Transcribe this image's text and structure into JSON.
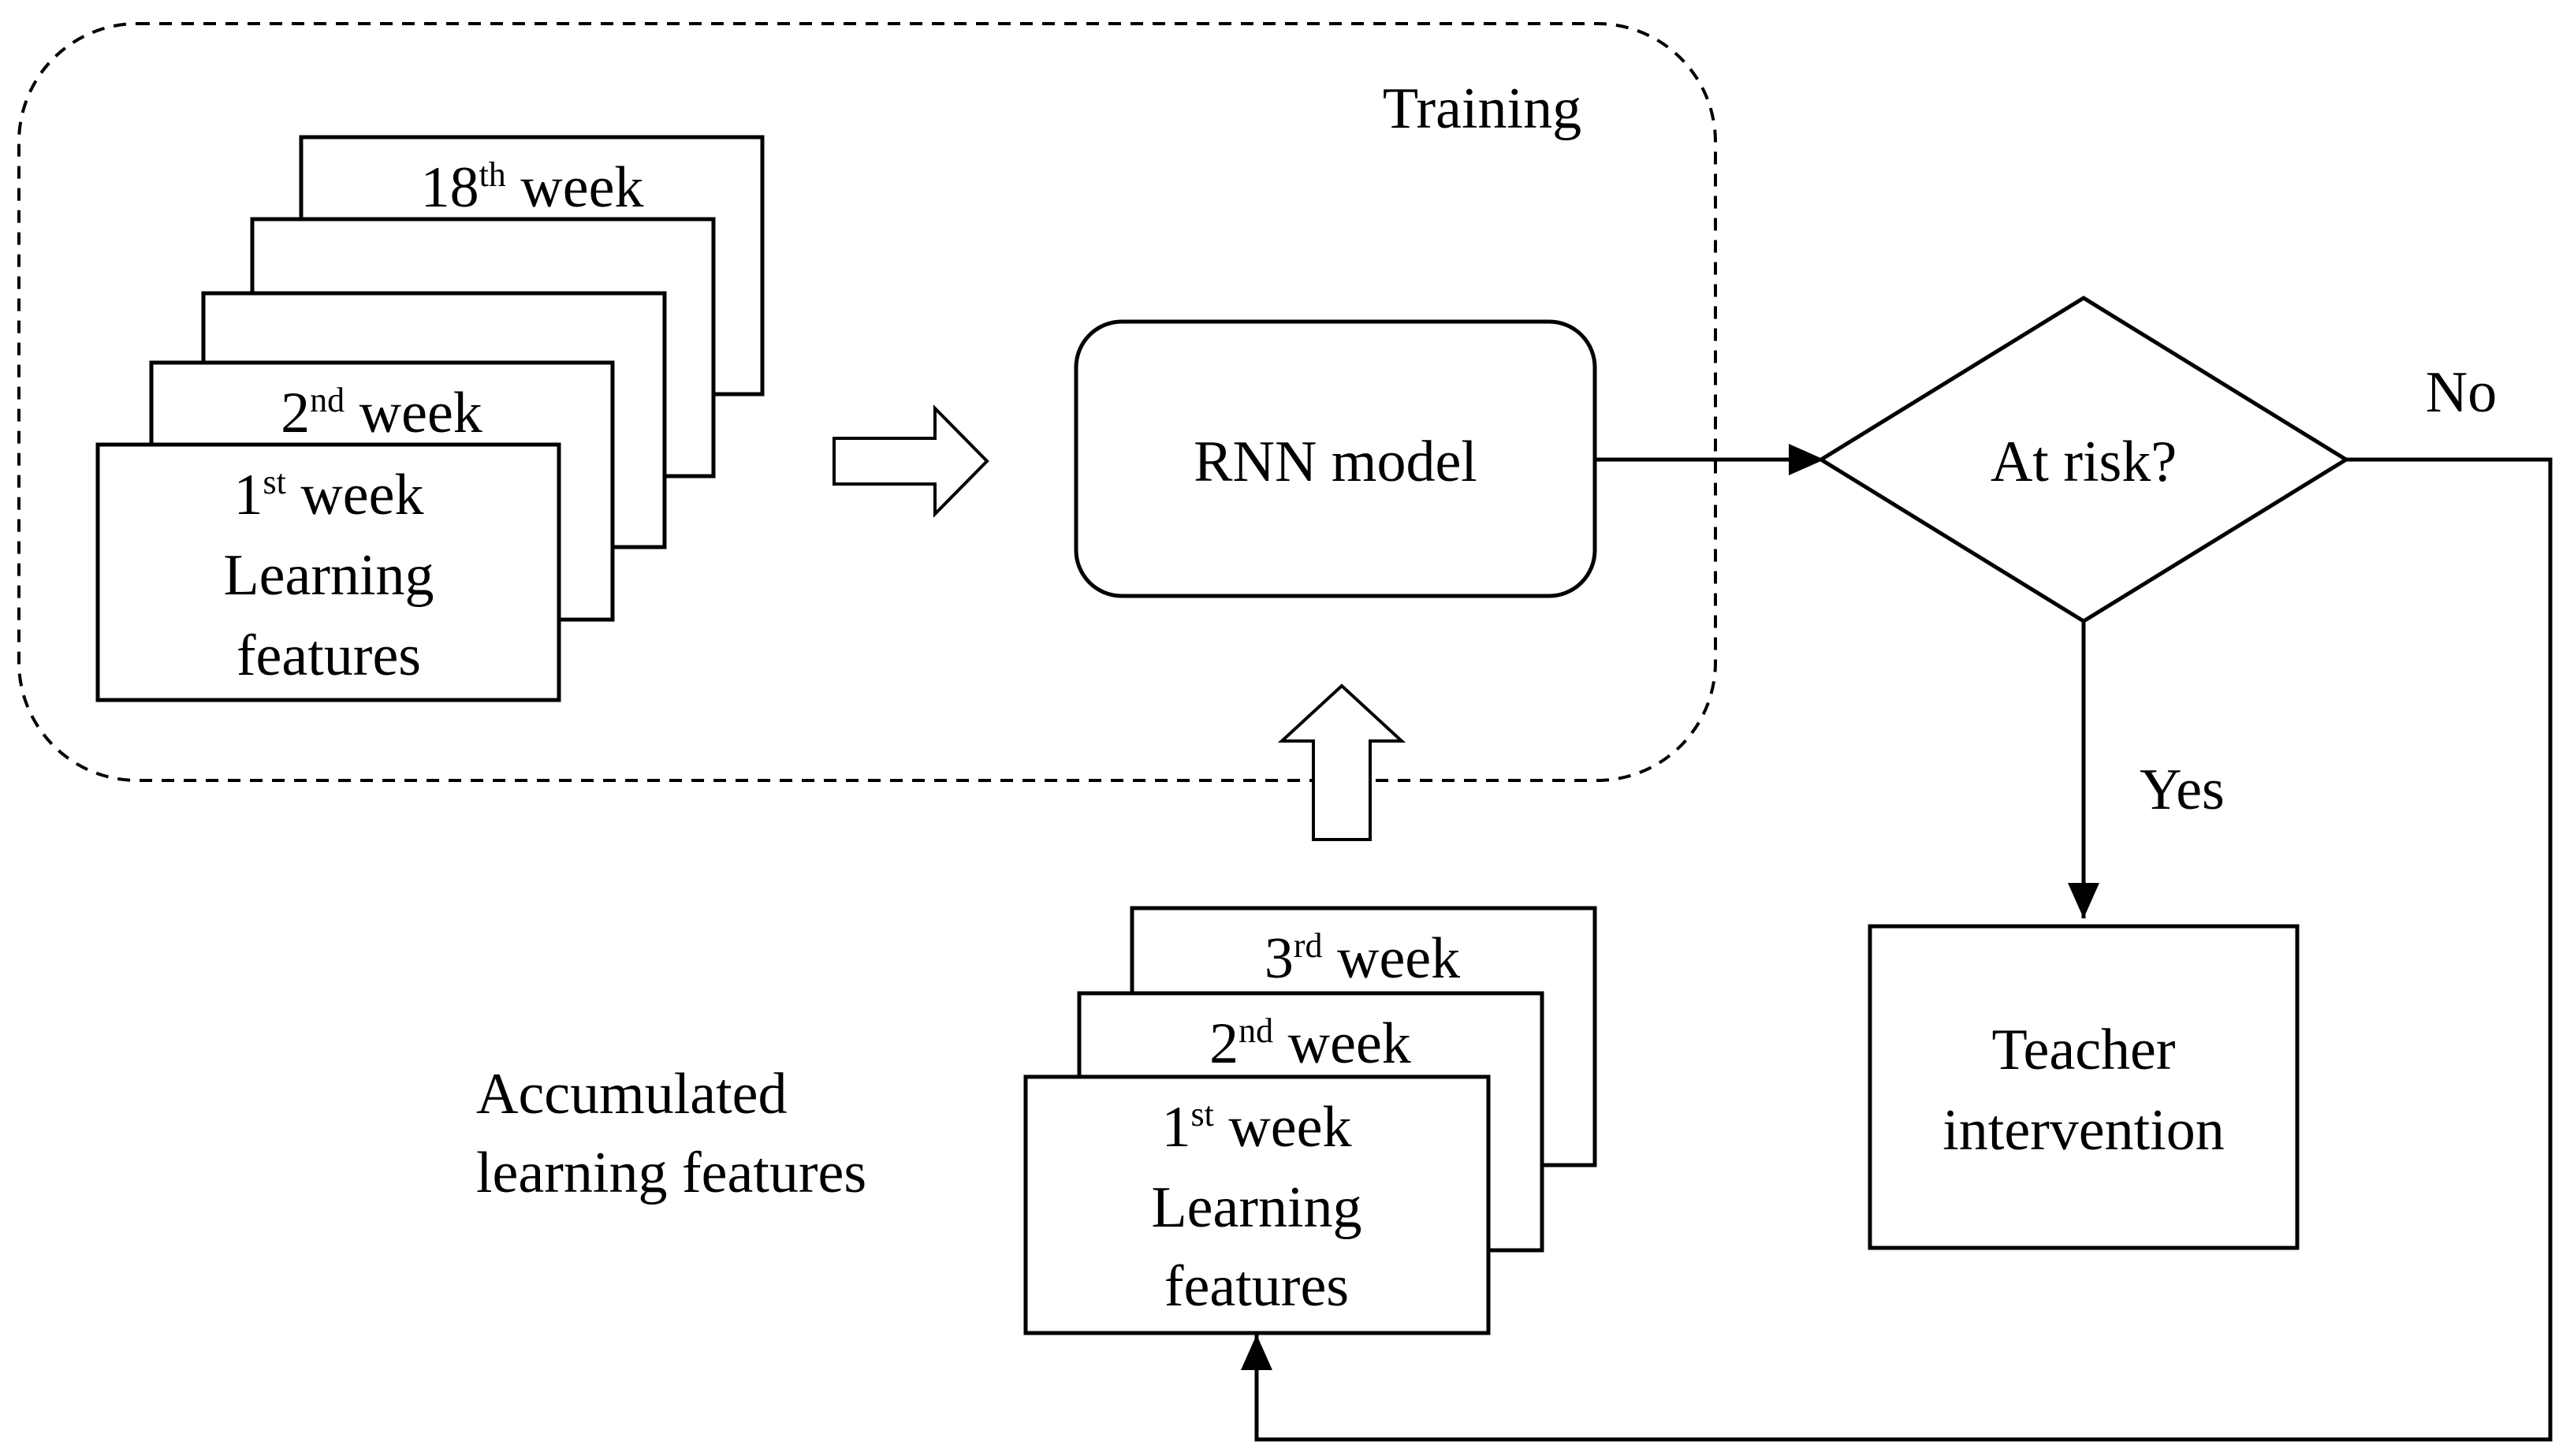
{
  "training_label": "Training",
  "training_stack": {
    "week18": {
      "num": "18",
      "sup": "th",
      "word": "week"
    },
    "week2": {
      "num": "2",
      "sup": "nd",
      "word": "week"
    },
    "week1": {
      "num": "1",
      "sup": "st",
      "word": "week",
      "line2": "Learning",
      "line3": "features"
    }
  },
  "rnn_model": "RNN model",
  "decision": "At risk?",
  "branch_no": "No",
  "branch_yes": "Yes",
  "teacher_box": {
    "line1": "Teacher",
    "line2": "intervention"
  },
  "accumulated_label": {
    "line1": "Accumulated",
    "line2": "learning features"
  },
  "accumulated_stack": {
    "week3": {
      "num": "3",
      "sup": "rd",
      "word": "week"
    },
    "week2": {
      "num": "2",
      "sup": "nd",
      "word": "week"
    },
    "week1": {
      "num": "1",
      "sup": "st",
      "word": "week",
      "line2": "Learning",
      "line3": "features"
    }
  }
}
